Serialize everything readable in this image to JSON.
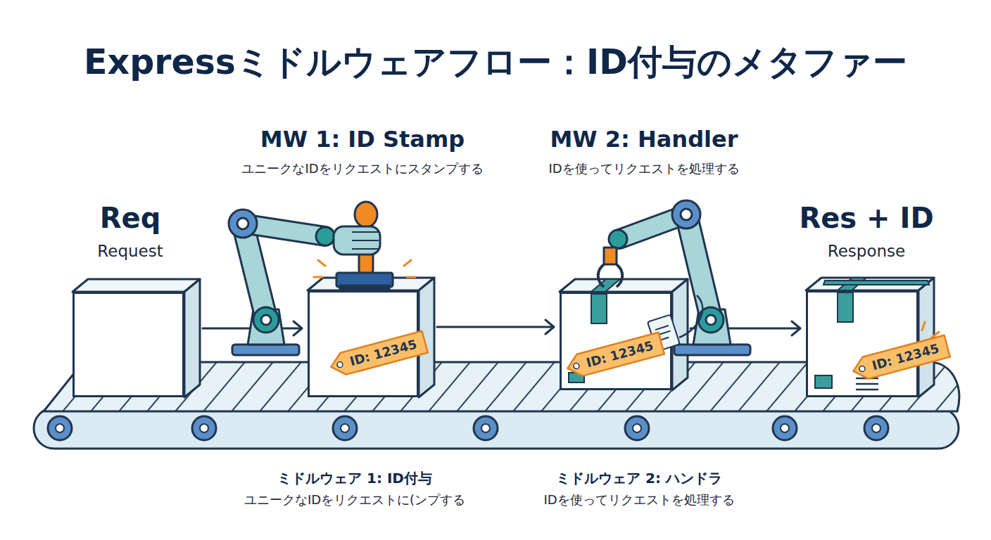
{
  "diagram": {
    "title": "Expressミドルウェアフロー：ID付与のメタファー",
    "nodes": [
      {
        "text": [
          "Req",
          "Request"
        ]
      },
      {
        "text": [
          "MW 1: ID Stamp",
          "ユニークなIDをリクエストにスタンプする"
        ]
      },
      {
        "text": [
          "MW 2: Handler",
          "IDを使ってリクエストを処理する"
        ]
      },
      {
        "text": [
          "Res + ID",
          "Response"
        ]
      },
      {
        "text": [
          "ID: 12345"
        ],
        "in": 1
      },
      {
        "text": [
          "ID: 12345"
        ],
        "in": 2
      },
      {
        "text": [
          "ID: 12345"
        ],
        "in": 3
      }
    ],
    "edges": [
      {
        "from": 0,
        "to": 1,
        "arrow": "to"
      },
      {
        "from": 1,
        "to": 2,
        "arrow": "to"
      },
      {
        "from": 2,
        "to": 3,
        "arrow": "to"
      }
    ],
    "labels": [
      "ミドルウェア 1: ID付与",
      "ユニークなIDをリクエストに(ンプする",
      "ミドルウェア 2: ハンドラ",
      "IDを使ってリクエストを処理する"
    ]
  }
}
